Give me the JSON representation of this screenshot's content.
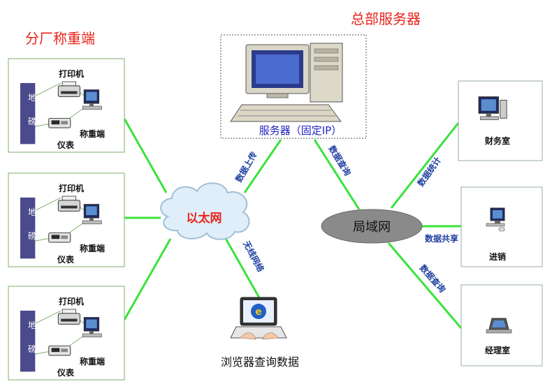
{
  "branch_title": "分厂称重端",
  "hq_title": "总部服务器",
  "branches": [
    {
      "printer": "打印机",
      "scale_v1": "地",
      "scale_v2": "磅",
      "meter": "仪表",
      "terminal": "称重端"
    },
    {
      "printer": "打印机",
      "scale_v1": "地",
      "scale_v2": "磅",
      "meter": "仪表",
      "terminal": "称重端"
    },
    {
      "printer": "打印机",
      "scale_v1": "地",
      "scale_v2": "磅",
      "meter": "仪表",
      "terminal": "称重端"
    }
  ],
  "server_label": "服务器（固定IP）",
  "ethernet_label": "以太网",
  "lan_label": "局域网",
  "browser_label": "浏览器查询数据",
  "offices": {
    "finance": "财务室",
    "sales": "进销",
    "manager": "经理室"
  },
  "link_labels": {
    "upload": "数据上传",
    "query_server": "数据查询",
    "wireless": "无线网络",
    "stats": "数据统计",
    "share": "数据共享",
    "query_manager": "数据查询"
  },
  "colors": {
    "link": "#39e33a",
    "title": "#e8231a",
    "scale_block": "#4a4a8c",
    "lan": "#8a8a8a",
    "cloud": "#dfeef8"
  }
}
